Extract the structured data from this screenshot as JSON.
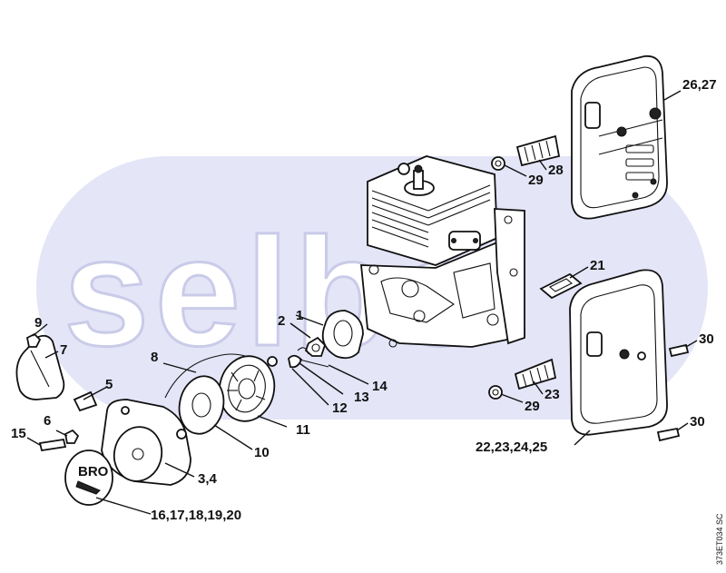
{
  "watermark": {
    "text": "selbo",
    "band_color": "#e4e5f7"
  },
  "drawing_code": "373ET034 SC",
  "callouts": {
    "c1": "1",
    "c2": "2",
    "c3_4": "3,4",
    "c5": "5",
    "c6": "6",
    "c7": "7",
    "c8": "8",
    "c9": "9",
    "c10": "10",
    "c11": "11",
    "c12": "12",
    "c13": "13",
    "c14": "14",
    "c15": "15",
    "c16_20": "16,17,18,19,20",
    "c21": "21",
    "c22_25": "22,23,24,25",
    "c23": "23",
    "c26_27": "26,27",
    "c28": "28",
    "c29_top": "29",
    "c29_bottom": "29",
    "c30_top": "30",
    "c30_bottom": "30"
  },
  "logo_text": "BRO"
}
